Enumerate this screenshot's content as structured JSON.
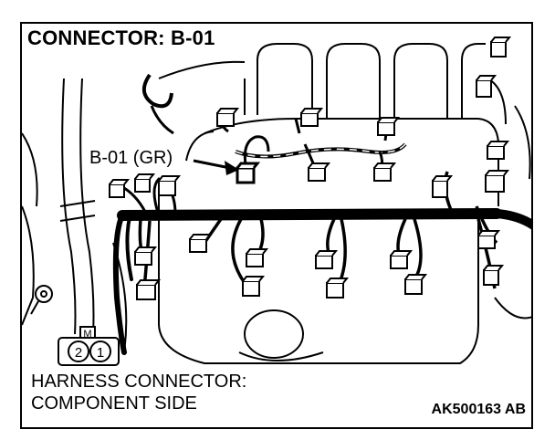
{
  "diagram": {
    "title": "CONNECTOR: B-01",
    "callout_label": "B-01 (GR)",
    "caption_line1": "HARNESS CONNECTOR:",
    "caption_line2": "COMPONENT SIDE",
    "figure_id": "AK500163 AB",
    "connector_face": {
      "key_label": "M",
      "pins": [
        "2",
        "1"
      ]
    }
  },
  "colors": {
    "line": "#000000",
    "background": "#ffffff"
  }
}
